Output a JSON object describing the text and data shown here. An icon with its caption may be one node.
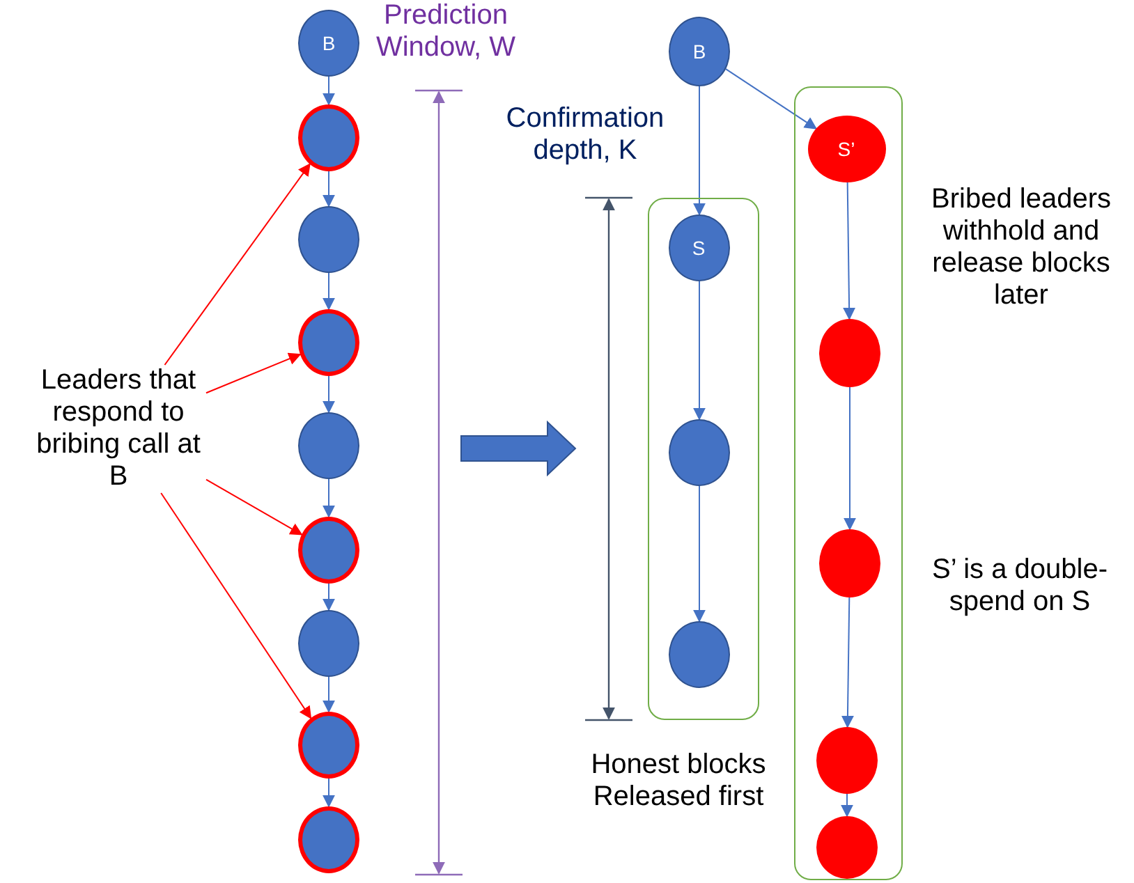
{
  "diagram": {
    "nodes": [
      {
        "text": [
          "B"
        ]
      },
      {
        "text": [],
        "shape": "circle"
      },
      {
        "text": [],
        "shape": "circle"
      },
      {
        "text": [],
        "shape": "circle"
      },
      {
        "text": [],
        "shape": "circle"
      },
      {
        "text": [],
        "shape": "circle"
      },
      {
        "text": [],
        "shape": "circle"
      },
      {
        "text": [],
        "shape": "circle"
      },
      {
        "text": [],
        "shape": "circle"
      },
      {
        "text": [
          "Leaders that respond to bribing call at B"
        ]
      },
      {
        "text": [
          "B"
        ]
      },
      {
        "text": [
          "Honest blocks Released first"
        ]
      },
      {
        "text": [
          "S"
        ],
        "in": 11
      },
      {
        "text": [],
        "shape": "circle",
        "in": 11
      },
      {
        "text": [],
        "shape": "circle",
        "in": 11
      },
      {
        "text": [],
        "shape": "box",
        "beside": [
          "Bribed leaders withhold and release blocks later",
          "S’ is a double-spend on S"
        ]
      },
      {
        "text": [
          "S’"
        ],
        "in": 15
      },
      {
        "text": [],
        "shape": "circle",
        "in": 15
      },
      {
        "text": [],
        "shape": "circle",
        "in": 15
      },
      {
        "text": [],
        "shape": "circle",
        "in": 15
      },
      {
        "text": [],
        "shape": "circle",
        "in": 15
      }
    ],
    "edges": [
      {
        "from": 0,
        "to": 1,
        "arrow": "to"
      },
      {
        "from": 1,
        "to": 2,
        "arrow": "to"
      },
      {
        "from": 2,
        "to": 3,
        "arrow": "to"
      },
      {
        "from": 3,
        "to": 4,
        "arrow": "to"
      },
      {
        "from": 4,
        "to": 5,
        "arrow": "to"
      },
      {
        "from": 5,
        "to": 6,
        "arrow": "to"
      },
      {
        "from": 6,
        "to": 7,
        "arrow": "to"
      },
      {
        "from": 7,
        "to": 8,
        "arrow": "to"
      },
      {
        "from": 9,
        "to": 1,
        "arrow": "to",
        "color": "#ff0000"
      },
      {
        "from": 9,
        "to": 3,
        "arrow": "to",
        "color": "#ff0000"
      },
      {
        "from": 9,
        "to": 5,
        "arrow": "to",
        "color": "#ff0000"
      },
      {
        "from": 9,
        "to": 7,
        "arrow": "to",
        "color": "#ff0000"
      },
      {
        "from": 10,
        "to": 12,
        "arrow": "to"
      },
      {
        "from": 10,
        "to": 16,
        "arrow": "to"
      },
      {
        "from": 12,
        "to": 13,
        "arrow": "to"
      },
      {
        "from": 13,
        "to": 14,
        "arrow": "to"
      },
      {
        "from": 16,
        "to": 17,
        "arrow": "to"
      },
      {
        "from": 17,
        "to": 18,
        "arrow": "to"
      },
      {
        "from": 18,
        "to": 19,
        "arrow": "to"
      },
      {
        "from": 19,
        "to": 20,
        "arrow": "to"
      }
    ],
    "labels": [
      "Prediction Window, W",
      "Confirmation depth, K"
    ]
  }
}
